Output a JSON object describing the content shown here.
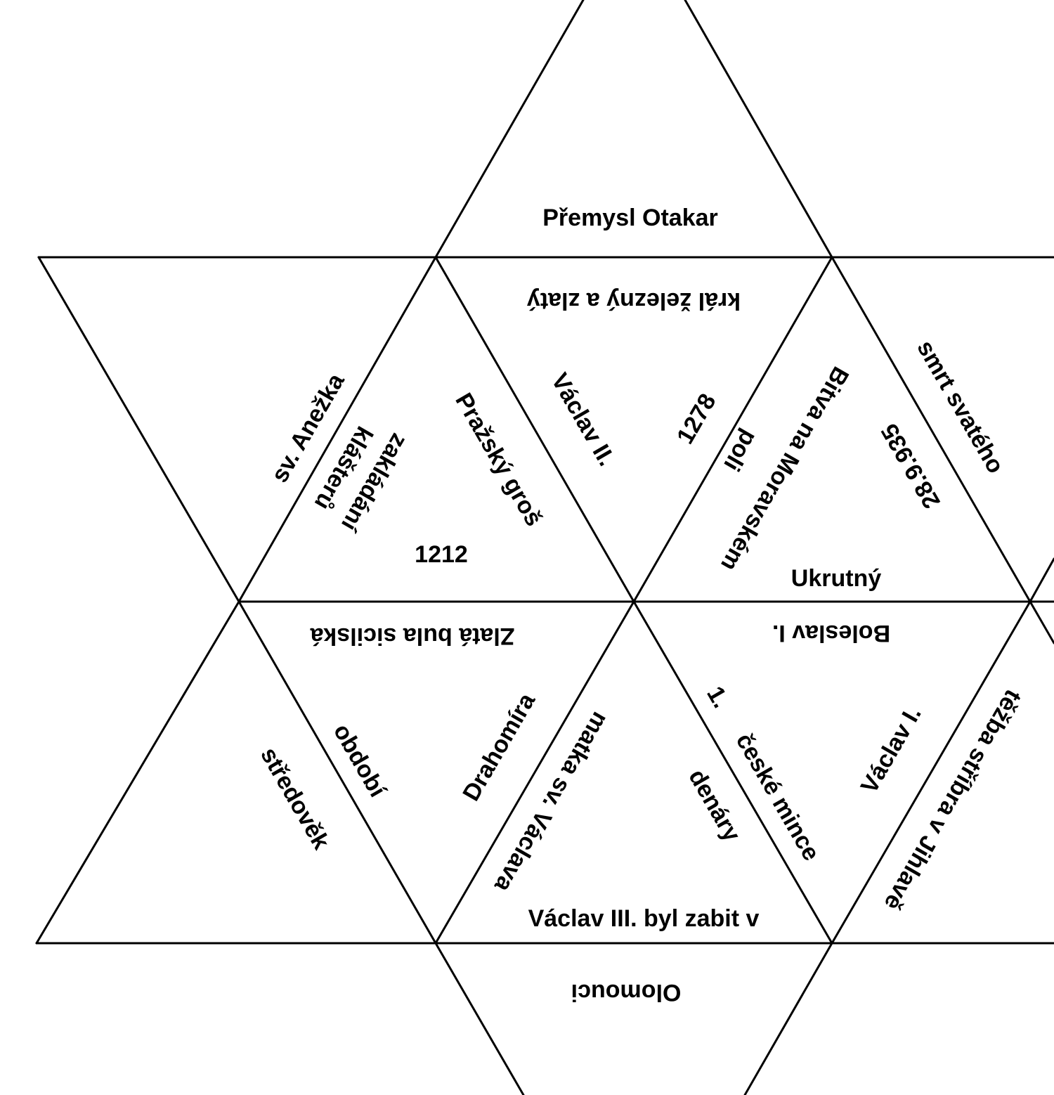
{
  "labels": {
    "premysl_otakar": "Přemysl Otakar",
    "kral_zelezny": "král železný a zlatý",
    "sv_anezka": "sv. Anežka",
    "zakladani_klasteru_1": "klášterů",
    "zakladani_klasteru_2": "zakládání",
    "prazsky_gros": "Pražský groš",
    "year_1212": "1212",
    "vaclav_ii": "Václav II.",
    "year_1278": "1278",
    "bitva_1": "Bitva na Moravském",
    "bitva_2": "poli",
    "date_28_9_935": "28.9.935",
    "smrt_svateho": "smrt svatého",
    "ukrutny": "Ukrutný",
    "zlata_bula": "Zlatá bula sicilská",
    "boleslav_i": "Boleslav I.",
    "stredovek": "středověk",
    "obdobi": "období",
    "drahomira": "Drahomíra",
    "matka_sv_vaclava": "matka sv. Václava",
    "prvni": "1.",
    "ceske_mince": "české mince",
    "denary": "denáry",
    "vaclav_i": "Václav I.",
    "tezba_stribra": "těžba stříbra v Jihlavě",
    "vaclav_iii_zabit": "Václav III. byl zabit v",
    "olomouci": "Olomouci"
  },
  "colors": {
    "line": "#000000",
    "text": "#000000",
    "background": "#ffffff"
  }
}
